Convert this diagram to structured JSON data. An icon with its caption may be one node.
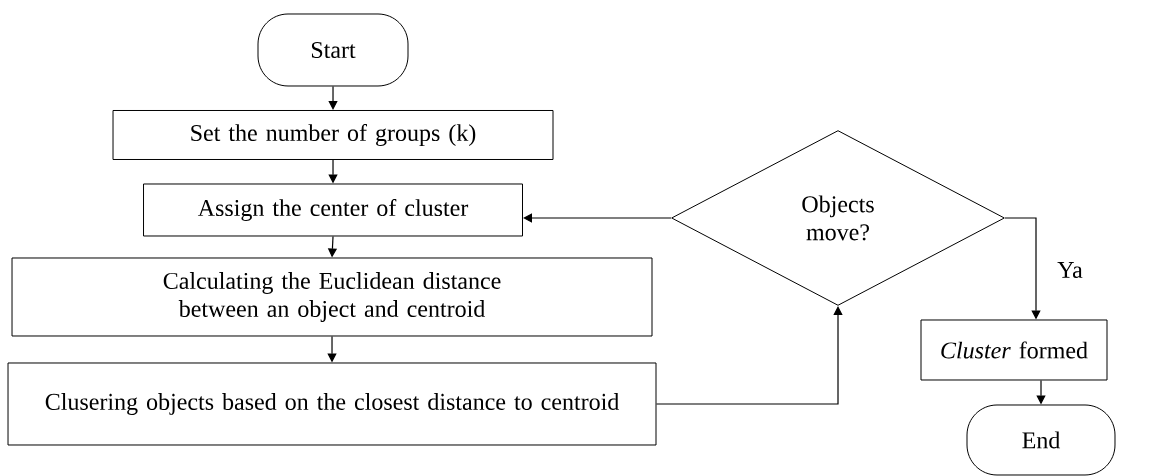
{
  "diagram": {
    "nodes": [
      {
        "text": [
          "Start"
        ]
      },
      {
        "text": [
          "Set the number of groups (k)"
        ]
      },
      {
        "text": [
          "Assign the center of cluster"
        ]
      },
      {
        "text": [
          "Calculating the Euclidean distance between an object and centroid"
        ]
      },
      {
        "text": [
          "Clusering objects based on the closest distance to centroid"
        ]
      },
      {
        "text": [
          "Objects move?"
        ]
      },
      {
        "text": [
          "*Cluster* formed"
        ]
      },
      {
        "text": [
          "End"
        ]
      }
    ],
    "edges": [
      {
        "from": 0,
        "to": 1,
        "arrow": "to"
      },
      {
        "from": 1,
        "to": 2,
        "arrow": "to"
      },
      {
        "from": 2,
        "to": 3,
        "arrow": "to"
      },
      {
        "from": 3,
        "to": 4,
        "arrow": "to"
      },
      {
        "from": 4,
        "to": 5,
        "arrow": "to"
      },
      {
        "from": 5,
        "to": 2,
        "arrow": "to"
      },
      {
        "from": 5,
        "to": 6,
        "arrow": "to",
        "label": "Ya"
      },
      {
        "from": 6,
        "to": 7,
        "arrow": "to"
      }
    ]
  }
}
